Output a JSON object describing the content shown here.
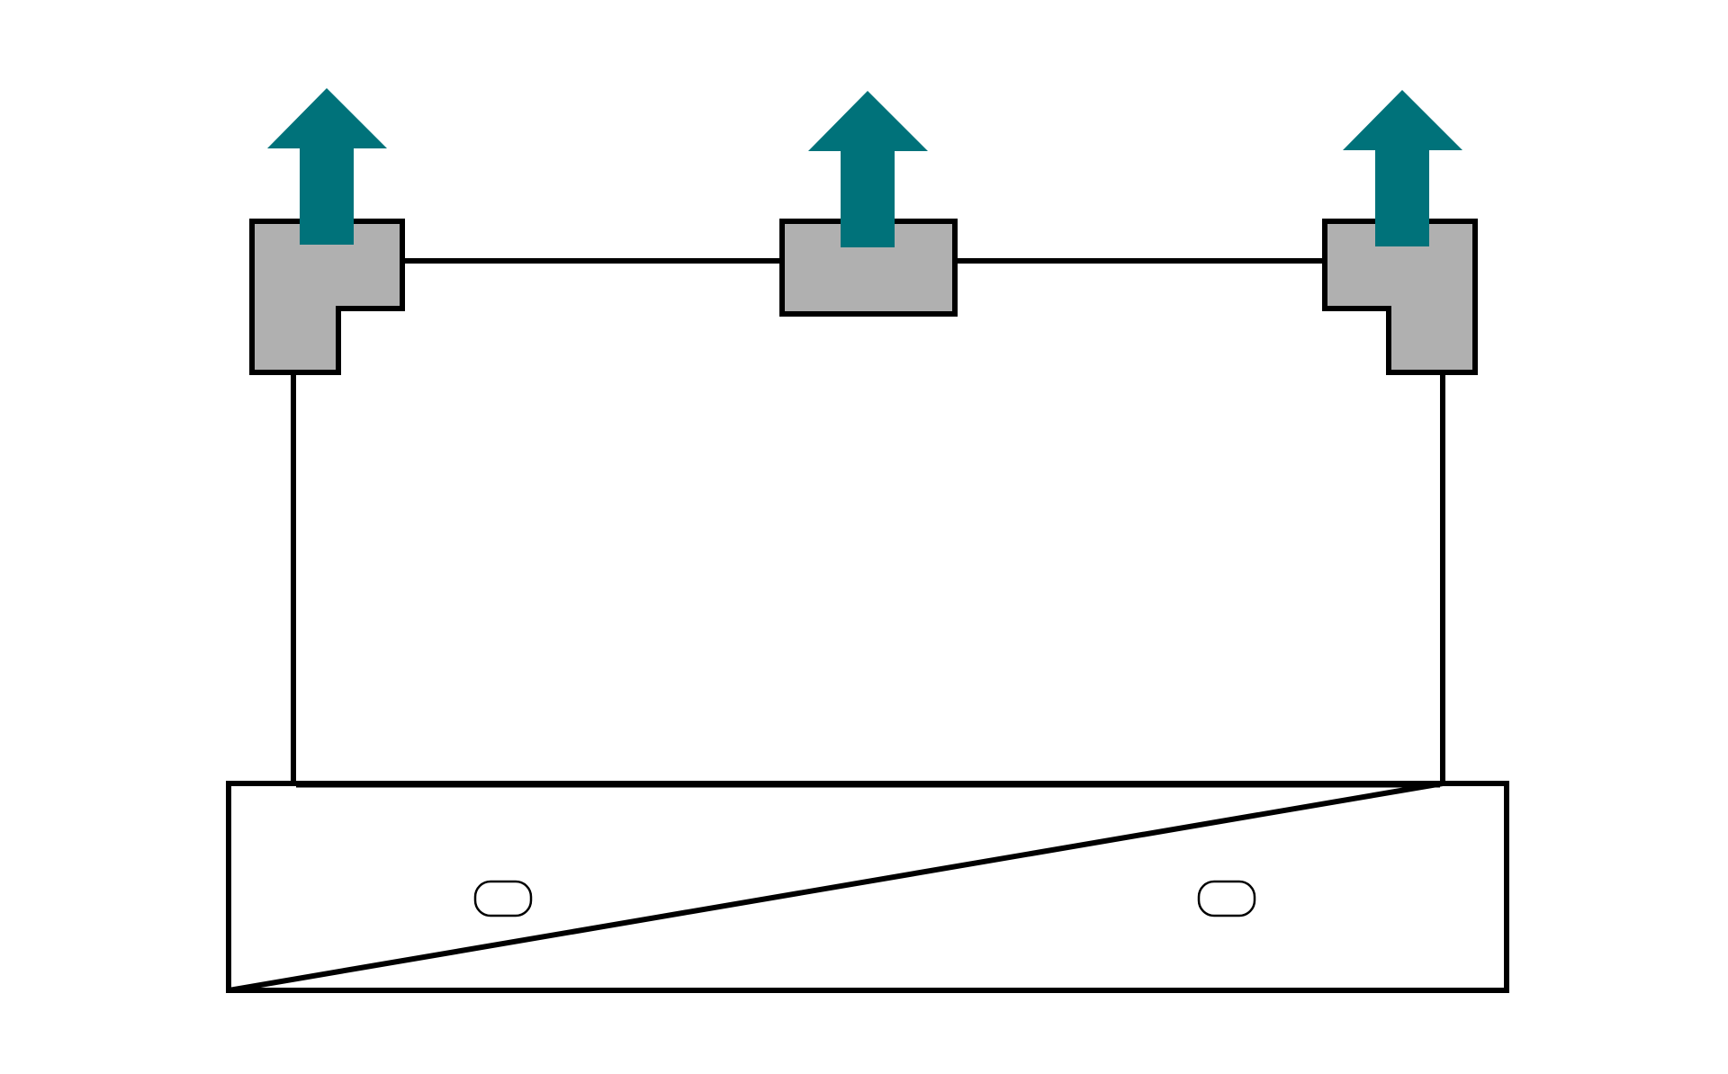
{
  "diagram": {
    "colors": {
      "background": "#ffffff",
      "outline": "#000000",
      "clip_fill": "#b0b0b0",
      "arrow_fill": "#00727a"
    },
    "clips": [
      {
        "name": "left-corner-clip",
        "shape": "corner-left"
      },
      {
        "name": "center-clip",
        "shape": "rectangle"
      },
      {
        "name": "right-corner-clip",
        "shape": "corner-right"
      }
    ],
    "arrows": [
      {
        "name": "arrow-up-left",
        "direction": "up"
      },
      {
        "name": "arrow-up-center",
        "direction": "up"
      },
      {
        "name": "arrow-up-right",
        "direction": "up"
      }
    ],
    "slots": [
      {
        "name": "slot-left",
        "shape": "rounded-slot"
      },
      {
        "name": "slot-right",
        "shape": "rounded-slot"
      }
    ]
  }
}
